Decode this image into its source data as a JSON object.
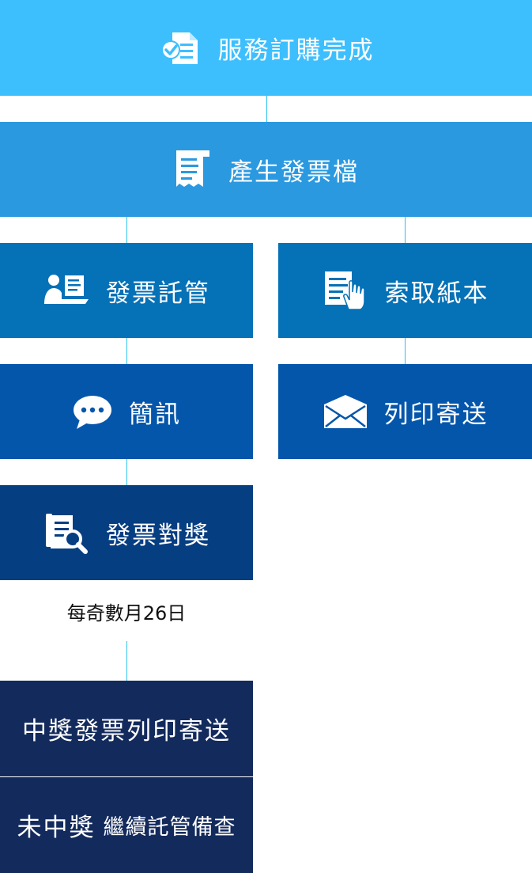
{
  "nodes": {
    "order_complete": {
      "label": "服務訂購完成",
      "icon": "document-check-icon",
      "color": "#3dbffe"
    },
    "generate_invoice": {
      "label": "產生發票檔",
      "icon": "receipt-icon",
      "color": "#2a99e0"
    },
    "invoice_custody": {
      "label": "發票託管",
      "icon": "person-computer-icon",
      "color": "#0571b7"
    },
    "request_paper": {
      "label": "索取紙本",
      "icon": "hand-document-icon",
      "color": "#0571b7"
    },
    "sms": {
      "label": "簡訊",
      "icon": "chat-bubble-icon",
      "color": "#0456ab"
    },
    "print_mail": {
      "label": "列印寄送",
      "icon": "envelope-icon",
      "color": "#0456ab"
    },
    "invoice_lottery": {
      "label": "發票對獎",
      "icon": "document-search-icon",
      "color": "#063e82"
    },
    "winning_print": {
      "label": "中獎發票列印寄送",
      "color": "#132a5c"
    },
    "not_winning": {
      "label_main": "未中獎",
      "label_sub": "繼續託管備查",
      "color": "#132a5c"
    }
  },
  "schedule_note": "每奇數月26日",
  "connector_color": "#29c3ec"
}
